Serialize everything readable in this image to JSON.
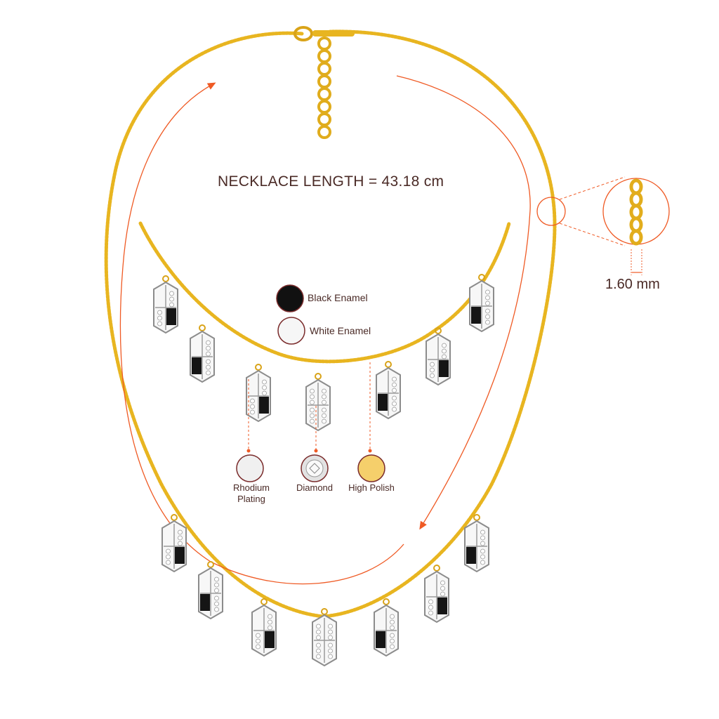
{
  "necklace_length": "NECKLACE LENGTH = 43.18 cm",
  "chain_gauge": "1.60 mm",
  "enamel_legend": [
    {
      "label": "Black Enamel",
      "swatch": "#111111"
    },
    {
      "label": "White Enamel",
      "swatch": "#f4f4f4"
    }
  ],
  "materials": [
    {
      "label": "Rhodium Plating",
      "swatch": "#eeeeee"
    },
    {
      "label": "Diamond",
      "swatch": "#d9d9d9"
    },
    {
      "label": "High Polish",
      "swatch": "#f5cf6b"
    }
  ],
  "colors": {
    "gold": "#e8b520",
    "gold_dark": "#b8860b",
    "accent": "#ef5a24",
    "text": "#4a2a26"
  }
}
